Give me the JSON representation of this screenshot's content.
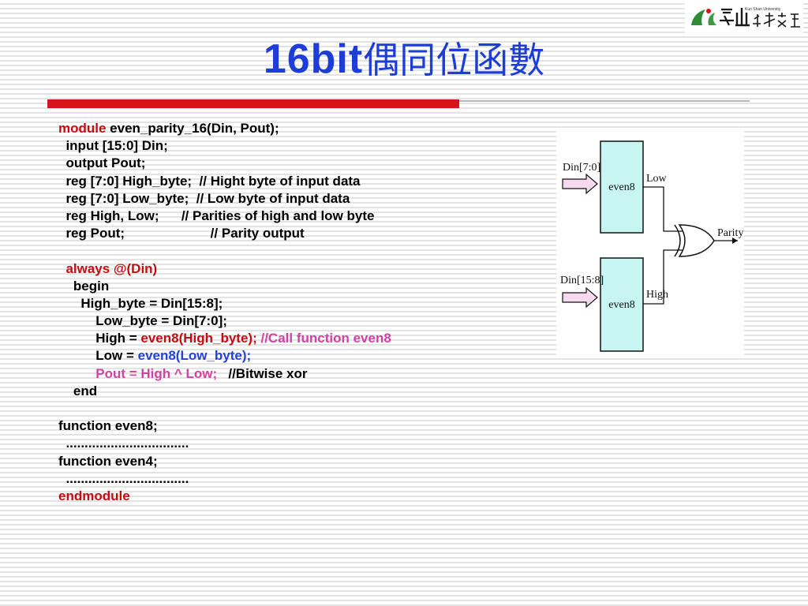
{
  "header": {
    "university_name": "Kun Shan University"
  },
  "slide": {
    "title_latin": "16bit",
    "title_cjk": "偶同位函數"
  },
  "code_lines": [
    [
      {
        "t": "module",
        "c": "red"
      },
      {
        "t": " even_parity_16(Din, Pout);"
      }
    ],
    [
      {
        "t": "  input [15:0] Din;"
      }
    ],
    [
      {
        "t": "  output Pout;"
      }
    ],
    [
      {
        "t": "  reg [7:0] High_byte;  // Hight byte of input data"
      }
    ],
    [
      {
        "t": "  reg [7:0] Low_byte;  // Low byte of input data"
      }
    ],
    [
      {
        "t": "  reg High, Low;      // Parities of high and low byte"
      }
    ],
    [
      {
        "t": "  reg Pout;                       // Parity output"
      }
    ],
    [
      {
        "t": ""
      }
    ],
    [
      {
        "t": "  always @(Din)",
        "c": "red"
      }
    ],
    [
      {
        "t": "    begin"
      }
    ],
    [
      {
        "t": "      High_byte = Din[15:8];"
      }
    ],
    [
      {
        "t": "          Low_byte = Din[7:0];"
      }
    ],
    [
      {
        "t": "          High = "
      },
      {
        "t": "even8(High_byte);",
        "c": "red"
      },
      {
        "t": " //Call function even8",
        "c": "pink"
      }
    ],
    [
      {
        "t": "          Low = "
      },
      {
        "t": "even8(Low_byte);",
        "c": "blue"
      }
    ],
    [
      {
        "t": "          Pout = High ^ Low;",
        "c": "pink"
      },
      {
        "t": "   //Bitwise xor"
      }
    ],
    [
      {
        "t": "    end"
      }
    ],
    [
      {
        "t": ""
      }
    ],
    [
      {
        "t": "function even8;"
      }
    ],
    [
      {
        "t": "  ................................."
      }
    ],
    [
      {
        "t": "function even4;"
      }
    ],
    [
      {
        "t": "  ................................."
      }
    ],
    [
      {
        "t": "endmodule",
        "c": "red"
      }
    ]
  ],
  "diagram": {
    "input_top": "Din[7:0]",
    "input_bottom": "Din[15:8]",
    "block_top": "even8",
    "block_bottom": "even8",
    "signal_top": "Low",
    "signal_bottom": "High",
    "output": "Parity",
    "block_fill": "#c6f5f2",
    "arrow_fill": "#f7d9ef"
  }
}
